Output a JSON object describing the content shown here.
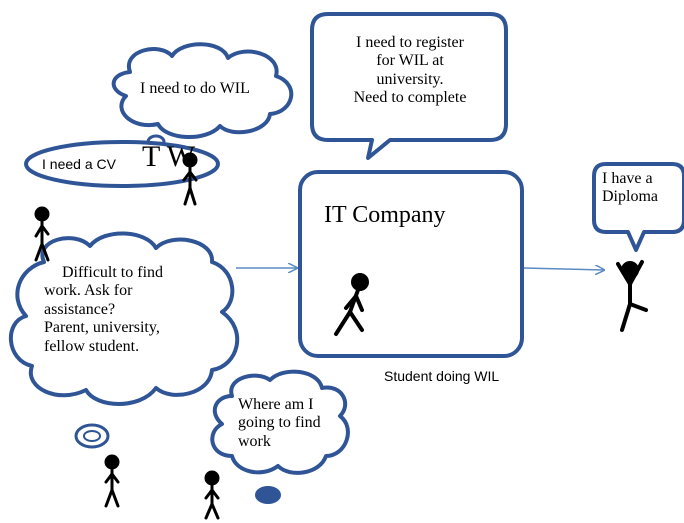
{
  "colors": {
    "outline": "#2f5597",
    "arrow": "#5b8bc5",
    "figure": "#000000",
    "background": "#ffffff"
  },
  "box": {
    "title": "IT Company",
    "caption": "Student doing WIL"
  },
  "bubbles": {
    "register": "I need to register\nfor WIL at\nuniversity.\nNeed to complete",
    "do_wil": "I need to do WIL",
    "cv_small": "I need a CV",
    "cv_large": "T W",
    "difficult": "Difficult to find\nwork. Ask for\nassistance?\nParent, university,\nfellow student.",
    "where": "Where am I\ngoing to find\nwork",
    "diploma": "I have a\nDiploma"
  },
  "figures": [
    "stick-figure-thinking-cv",
    "stick-figure-left",
    "stick-figure-walking",
    "stick-figure-bottom-left",
    "stick-figure-bottom-right",
    "stick-figure-celebrating"
  ]
}
